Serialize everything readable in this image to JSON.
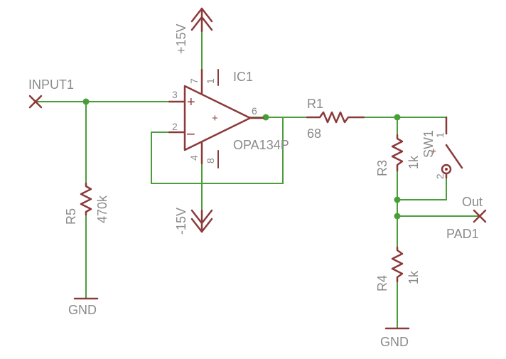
{
  "schematic": {
    "supplies": {
      "positive": "+15V",
      "negative": "-15V"
    },
    "opamp": {
      "ref": "IC1",
      "value": "OPA134P",
      "pins": {
        "non_inverting": "3",
        "inverting": "2",
        "output": "6",
        "v_plus": "7",
        "v_minus": "4",
        "pin1": "1",
        "pin8": "8"
      },
      "plus_sign": "+",
      "minus_sign": "−",
      "body_sign": "+"
    },
    "input": {
      "label": "INPUT1"
    },
    "r5": {
      "ref": "R5",
      "value": "470k"
    },
    "r1": {
      "ref": "R1",
      "value": "68"
    },
    "r3": {
      "ref": "R3",
      "value": "1k"
    },
    "r4": {
      "ref": "R4",
      "value": "1k"
    },
    "sw1": {
      "ref": "SW1",
      "pin1": "1",
      "pin2": "2",
      "plus_sign": "+"
    },
    "output": {
      "net": "Out",
      "pad": "PAD1"
    },
    "ground": {
      "left": "GND",
      "right": "GND"
    }
  }
}
